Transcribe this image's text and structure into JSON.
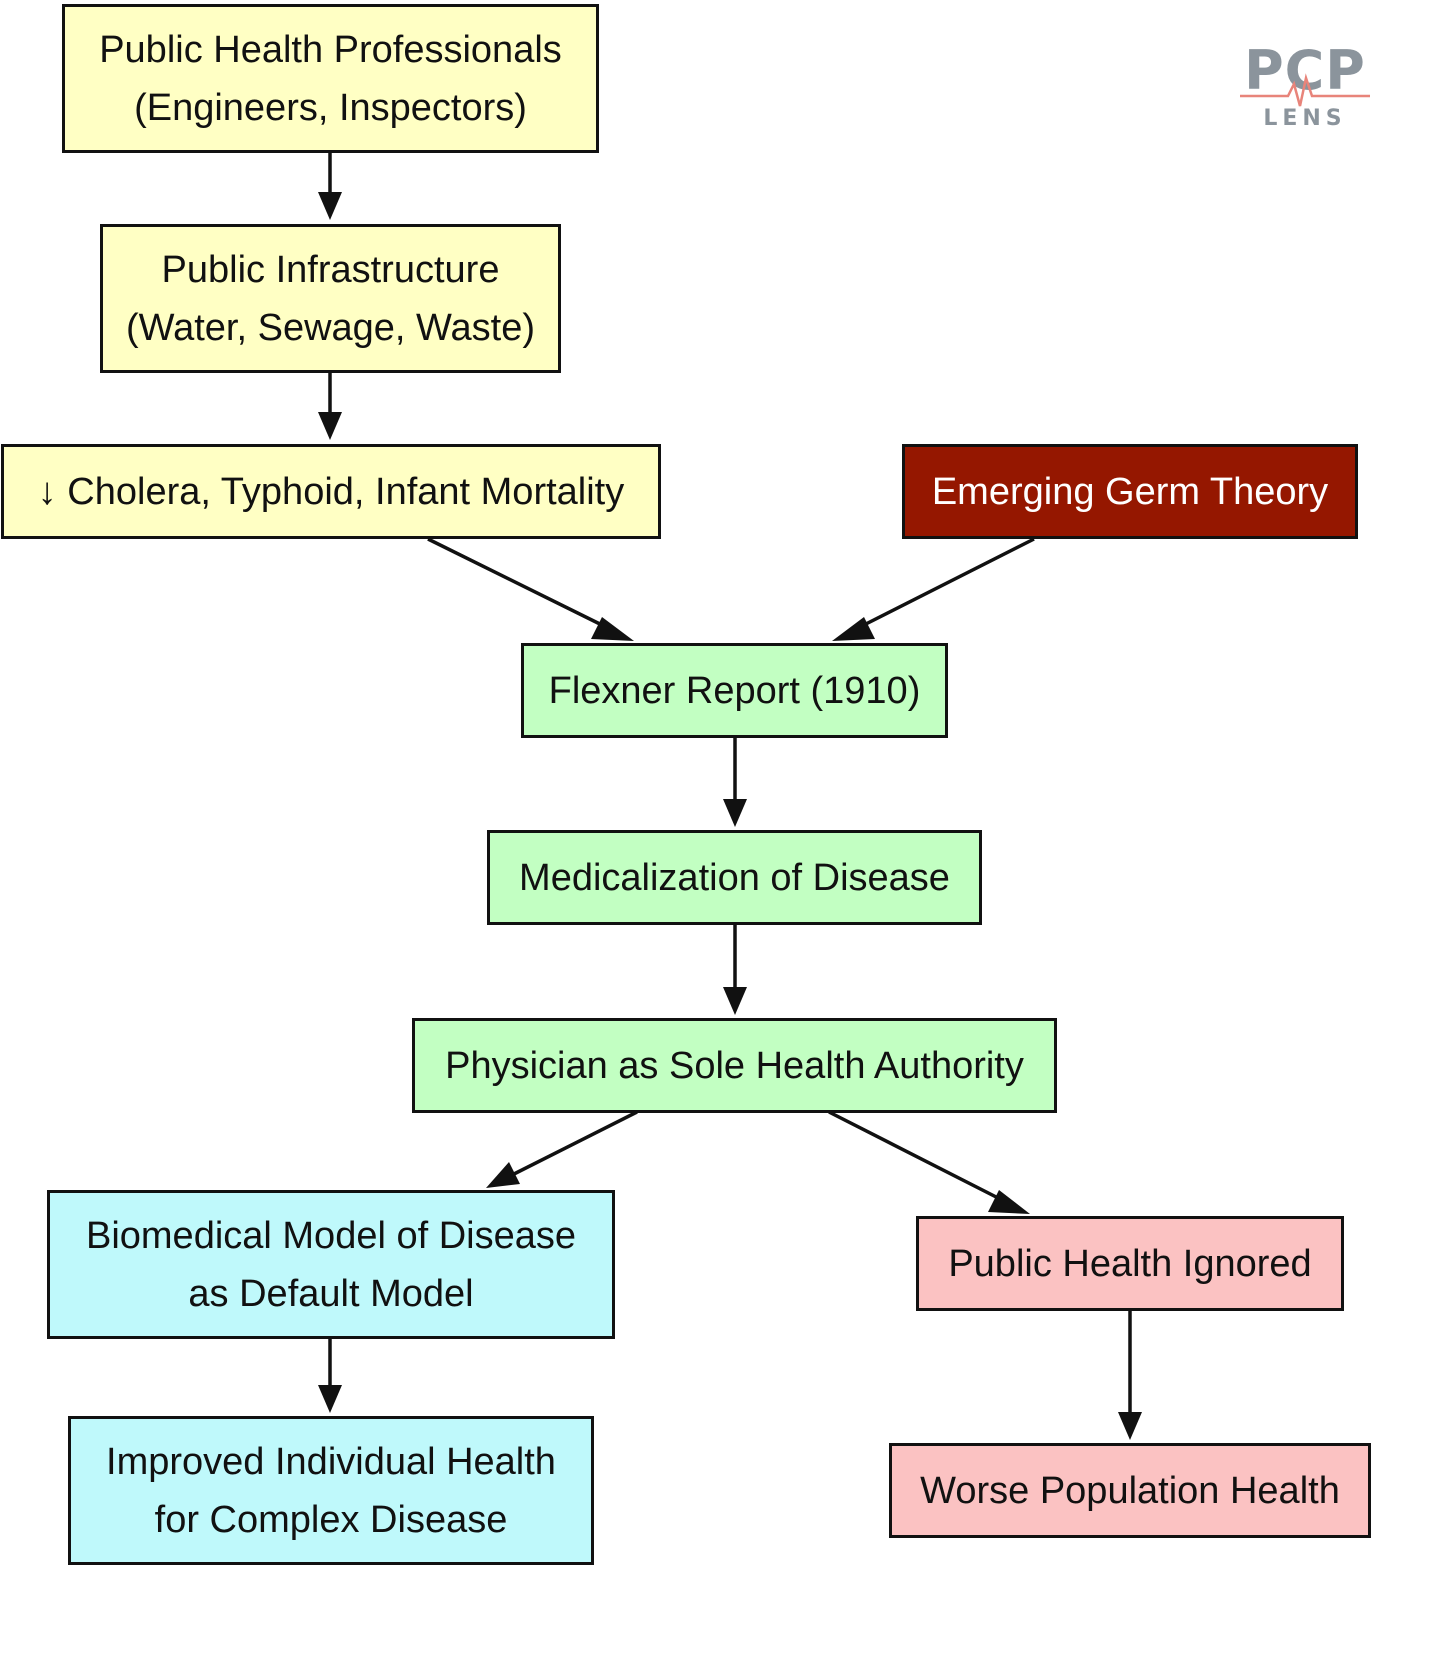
{
  "nodes": {
    "professionals": {
      "lines": [
        "Public Health Professionals",
        "(Engineers, Inspectors)"
      ]
    },
    "infrastructure": {
      "lines": [
        "Public Infrastructure",
        "(Water, Sewage, Waste)"
      ]
    },
    "mortality": {
      "lines": [
        "↓ Cholera, Typhoid, Infant Mortality"
      ]
    },
    "germ_theory": {
      "lines": [
        "Emerging Germ Theory"
      ]
    },
    "flexner": {
      "lines": [
        "Flexner Report (1910)"
      ]
    },
    "medicalization": {
      "lines": [
        "Medicalization of Disease"
      ]
    },
    "physician": {
      "lines": [
        "Physician as Sole Health Authority"
      ]
    },
    "biomedical": {
      "lines": [
        "Biomedical Model of Disease",
        "as Default Model"
      ]
    },
    "individual_health": {
      "lines": [
        "Improved Individual Health",
        "for Complex Disease"
      ]
    },
    "public_health_ignored": {
      "lines": [
        "Public Health Ignored"
      ]
    },
    "population_health": {
      "lines": [
        "Worse Population Health"
      ]
    }
  },
  "edges": [
    {
      "from": "professionals",
      "to": "infrastructure"
    },
    {
      "from": "infrastructure",
      "to": "mortality"
    },
    {
      "from": "mortality",
      "to": "flexner"
    },
    {
      "from": "germ_theory",
      "to": "flexner"
    },
    {
      "from": "flexner",
      "to": "medicalization"
    },
    {
      "from": "medicalization",
      "to": "physician"
    },
    {
      "from": "physician",
      "to": "biomedical"
    },
    {
      "from": "physician",
      "to": "public_health_ignored"
    },
    {
      "from": "biomedical",
      "to": "individual_health"
    },
    {
      "from": "public_health_ignored",
      "to": "population_health"
    }
  ],
  "logo": {
    "word": "PCP",
    "sub": "LENS",
    "color": "#8b949c",
    "accent": "#e8847a"
  }
}
